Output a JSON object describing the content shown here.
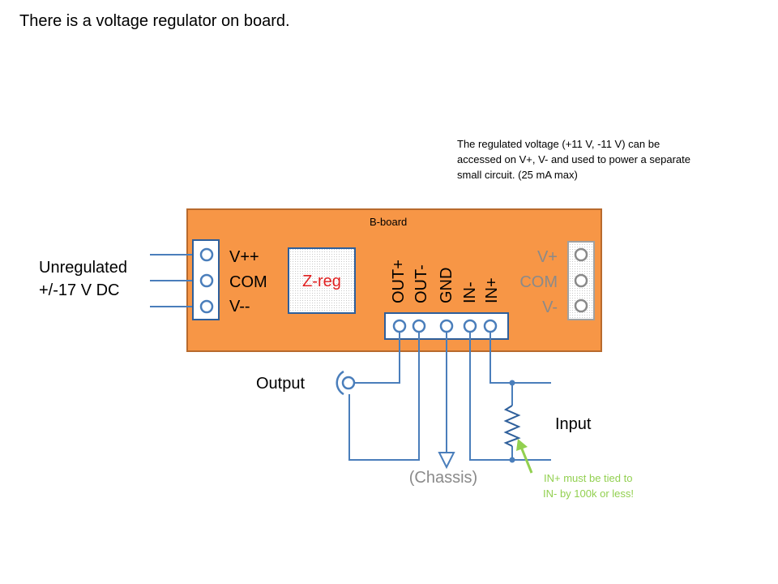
{
  "title": "There is a voltage regulator on board.",
  "note_regulated": [
    "The regulated voltage (+11 V, -11 V) can be",
    "accessed on V+, V- and used to power a separate",
    "small circuit. (25 mA max)"
  ],
  "board_label": "B-board",
  "supply_label": [
    "Unregulated",
    "+/-17 V DC"
  ],
  "left_pins": [
    "V++",
    "COM",
    "V--"
  ],
  "regulator_label": "Z-reg",
  "bottom_pins": [
    "OUT+",
    "OUT-",
    "GND",
    "IN-",
    "IN+"
  ],
  "right_pins": [
    "V+",
    "COM",
    "V-"
  ],
  "output_label": "Output",
  "input_label": "Input",
  "chassis_label": "(Chassis)",
  "warning": [
    "IN+ must be tied to",
    "IN- by 100k or less!"
  ],
  "colors": {
    "board": "#f79646",
    "board_border": "#b86a2d",
    "wire": "#4a7ebb",
    "connector_border": "#2e5f9b",
    "regulator_text": "#e02020",
    "right_pins_text": "#8a8a8a",
    "chassis_text": "#8a8a8a",
    "warning": "#92d050"
  }
}
